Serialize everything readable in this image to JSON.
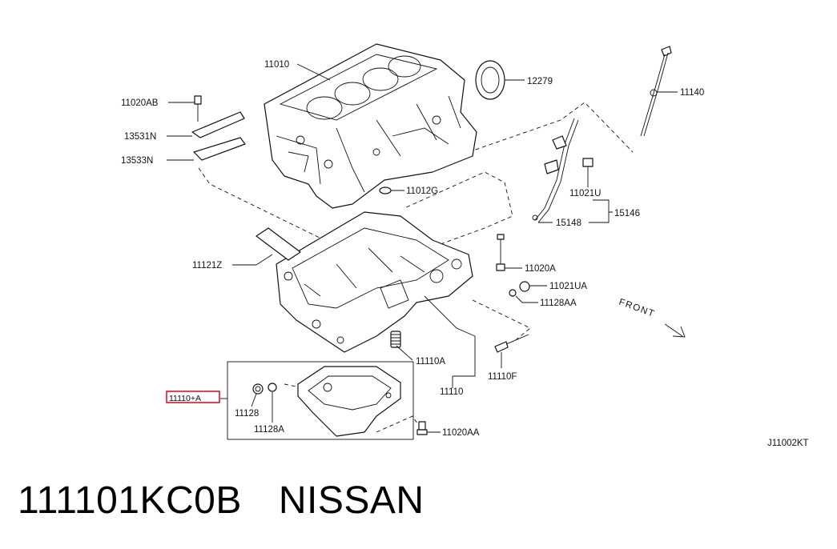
{
  "labels": {
    "cylinder_block": "11010",
    "oil_seal": "12279",
    "bolt_top": "11020AB",
    "bracket_a": "13531N",
    "bracket_b": "13533N",
    "dipstick": "11140",
    "bolt_guide": "11021U",
    "plug": "11012G",
    "gauge_guide": "15146",
    "oring": "15148",
    "baffle": "11121Z",
    "bolt_a": "11020A",
    "bolt_ua": "11021UA",
    "washer_aa": "11128AA",
    "filter_a": "11110A",
    "oil_pan": "11110",
    "bolt_f": "11110F",
    "lower_pan": "11110+A",
    "drain_plug": "11128",
    "washer_a": "11128A",
    "bolt_aa": "11020AA",
    "front": "FRONT",
    "diagram_code": "J11002KT"
  },
  "footer": {
    "part_number": "111101KC0B",
    "brand": "NISSAN"
  },
  "colors": {
    "highlight": "#e0161b",
    "line": "#111111"
  }
}
